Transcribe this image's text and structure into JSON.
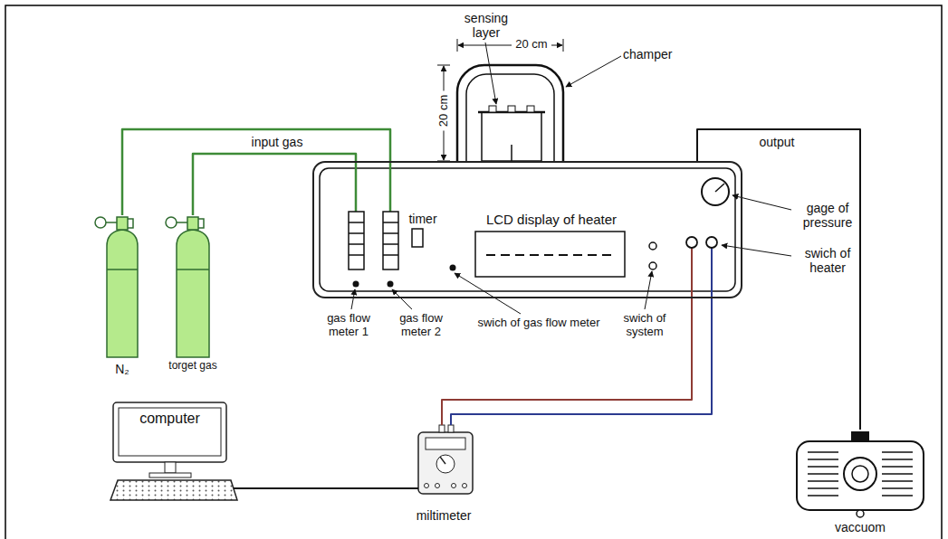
{
  "diagram": {
    "nodes": [
      {
        "text": [
          "timer",
          "LCD display of heater"
        ]
      },
      {
        "text": [
          "N₂"
        ]
      },
      {
        "text": [
          "torget gas"
        ]
      },
      {
        "text": [
          "computer"
        ]
      },
      {
        "text": [
          "miltimeter"
        ]
      },
      {
        "text": [
          "vaccuom"
        ]
      }
    ],
    "edges": [
      {
        "from": 1,
        "to": 0,
        "arrow": "none"
      },
      {
        "from": 2,
        "to": 0,
        "arrow": "none"
      },
      {
        "from": 0,
        "to": 5,
        "arrow": "none"
      },
      {
        "from": 4,
        "to": 3,
        "arrow": "none"
      },
      {
        "from": 4,
        "to": 0,
        "arrow": "none"
      },
      {
        "from": 4,
        "to": 0,
        "arrow": "none"
      }
    ],
    "labels": [
      "sensing layer",
      "20 cm",
      "20 cm",
      "champer",
      "input gas",
      "output",
      "gage of pressure",
      "swich of heater",
      "gas flow meter 1",
      "gas flow meter 2",
      "swich of gas flow meter",
      "swich of system"
    ]
  }
}
